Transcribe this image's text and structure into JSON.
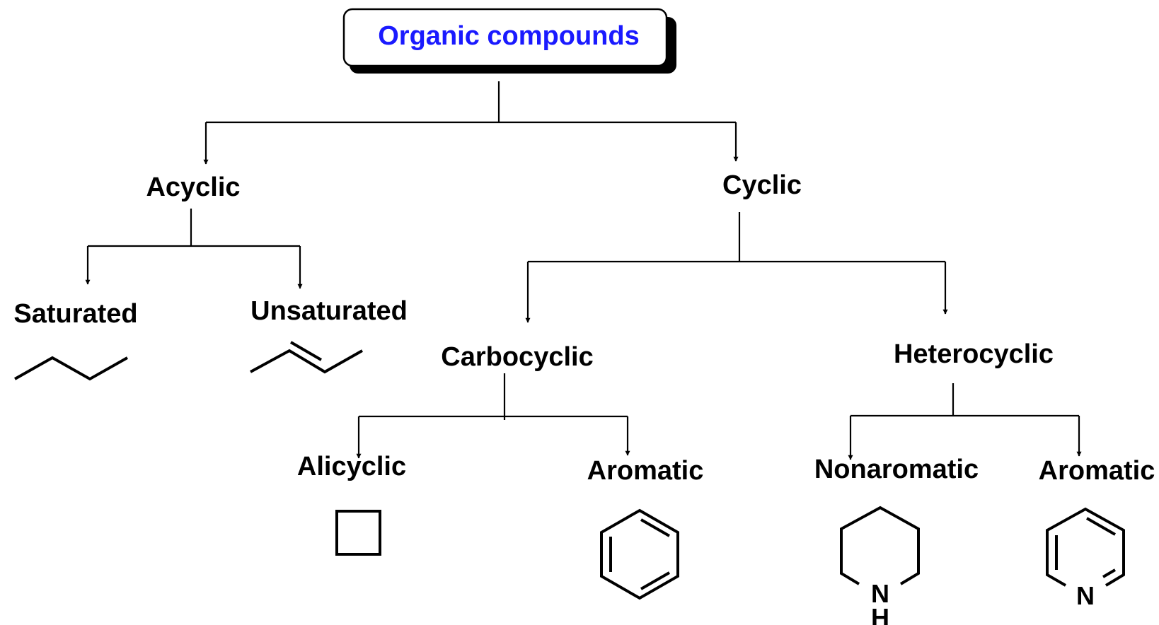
{
  "root": {
    "label": "Organic compounds",
    "color": "#1a1aff"
  },
  "nodes": {
    "acyclic": "Acyclic",
    "cyclic": "Cyclic",
    "saturated": "Saturated",
    "unsaturated": "Unsaturated",
    "carbocyclic": "Carbocyclic",
    "heterocyclic": "Heterocyclic",
    "alicyclic": "Alicyclic",
    "aromatic_carbo": "Aromatic",
    "nonaromatic": "Nonaromatic",
    "aromatic_hetero": "Aromatic"
  },
  "structures": {
    "piperidine_n": "N",
    "piperidine_h": "H",
    "pyridine_n": "N"
  }
}
